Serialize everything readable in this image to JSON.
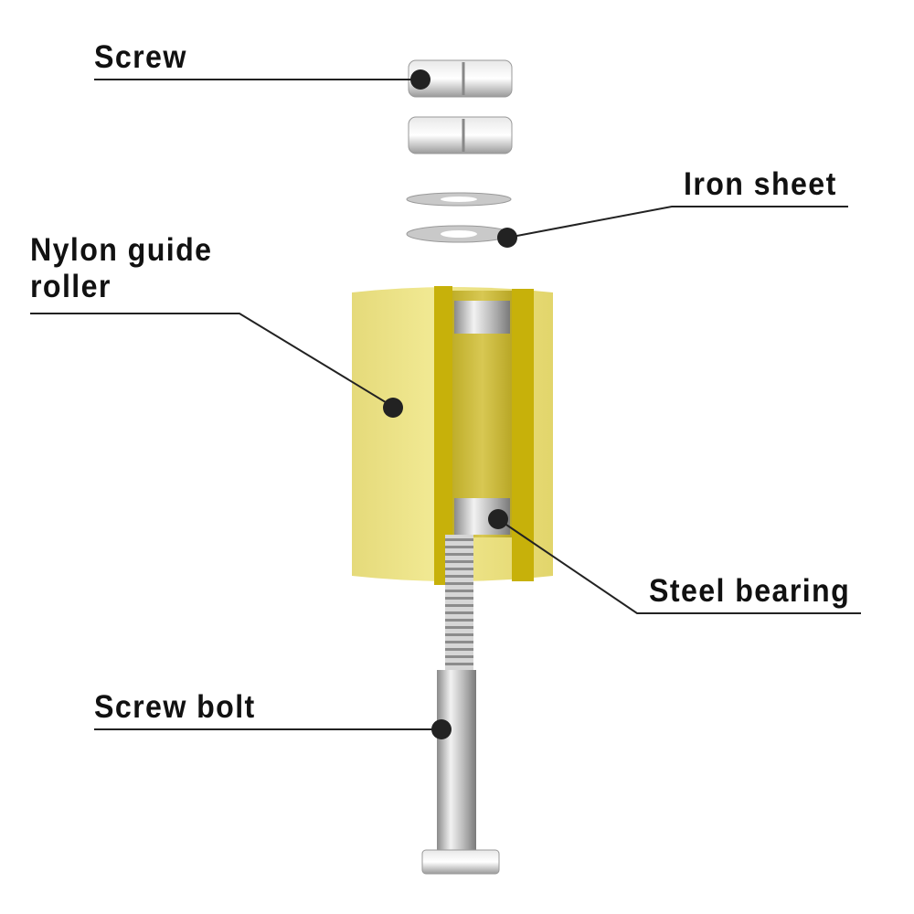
{
  "labels": {
    "screw": "Screw",
    "iron_sheet": "Iron sheet",
    "nylon_line1": "Nylon guide",
    "nylon_line2": "roller",
    "steel_bearing": "Steel bearing",
    "screw_bolt": "Screw bolt"
  },
  "colors": {
    "roller_light": "#ede48a",
    "roller_band": "#c7b10a",
    "roller_inner": "#cfc04a",
    "steel": "#c8c8c8",
    "leader": "#222222"
  }
}
